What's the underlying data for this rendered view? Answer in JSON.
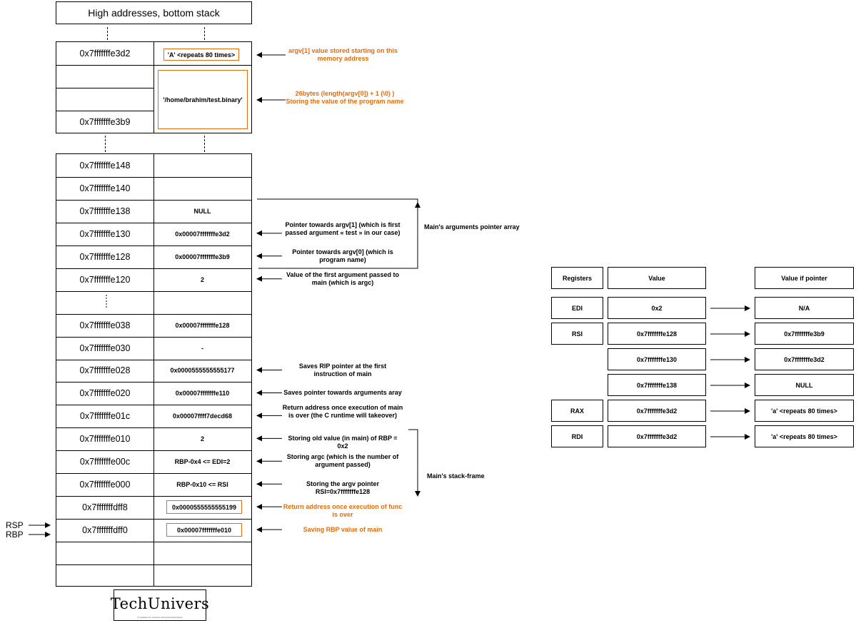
{
  "title": "High addresses, bottom stack",
  "top_block": {
    "rows": [
      {
        "addr": "0x7fffffffe3d2",
        "value": "'A' <repeats 80 times>"
      },
      {
        "addr": "",
        "value": ""
      },
      {
        "addr": "",
        "value": "'/home/brahim/test.binary'"
      },
      {
        "addr": "0x7fffffffe3b9",
        "value": ""
      }
    ],
    "annotations": [
      "argv[1] value stored starting on this memory address",
      "26bytes (length(argv[0]) + 1 (\\0) ) Storing the value of the program name"
    ]
  },
  "stack_rows": [
    {
      "addr": "0x7fffffffe148",
      "value": "",
      "note": ""
    },
    {
      "addr": "0x7fffffffe140",
      "value": "",
      "note": ""
    },
    {
      "addr": "0x7fffffffe138",
      "value": "NULL",
      "note": ""
    },
    {
      "addr": "0x7fffffffe130",
      "value": "0x00007fffffffe3d2",
      "note": "Pointer towards argv[1] (which is first passed argument « test » in our case)"
    },
    {
      "addr": "0x7fffffffe128",
      "value": "0x00007fffffffe3b9",
      "note": "Pointer towards argv[0] (which is program name)"
    },
    {
      "addr": "0x7fffffffe120",
      "value": "2",
      "note": "Value of the first argument passed to main (which is argc)"
    },
    {
      "addr": "",
      "value": "",
      "note": ""
    },
    {
      "addr": "0x7fffffffe038",
      "value": "0x00007fffffffe128",
      "note": ""
    },
    {
      "addr": "0x7fffffffe030",
      "value": "-",
      "note": ""
    },
    {
      "addr": "0x7fffffffe028",
      "value": "0x0000555555555177",
      "note": "Saves RIP pointer at the first instruction of main"
    },
    {
      "addr": "0x7fffffffe020",
      "value": "0x00007fffffffe110",
      "note": "Saves pointer towards arguments aray"
    },
    {
      "addr": "0x7fffffffe01c",
      "value": "0x00007ffff7decd68",
      "note": "Return address once execution of main is over (the C runtime will takeover)"
    },
    {
      "addr": "0x7fffffffe010",
      "value": "2",
      "note": "Storing old value (in main) of RBP = 0x2"
    },
    {
      "addr": "0x7fffffffe00c",
      "value": "RBP-0x4 <= EDI=2",
      "note": "Storing argc (which is the number of argument passed)"
    },
    {
      "addr": "0x7fffffffe000",
      "value": "RBP-0x10 <= RSI",
      "note": "Storing the argv pointer RSI=0x7fffffffe128"
    },
    {
      "addr": "0x7fffffffdff8",
      "value": "0x0000555555555199",
      "note": "Return address once execution of func is over"
    },
    {
      "addr": "0x7fffffffdff0",
      "value": "0x00007fffffffe010",
      "note": "Saving RBP value of main"
    },
    {
      "addr": "",
      "value": "",
      "note": ""
    },
    {
      "addr": "",
      "value": "",
      "note": ""
    }
  ],
  "pointer_labels": {
    "rsp": "RSP",
    "rbp": "RBP"
  },
  "bracket_labels": {
    "args_array": "Main's arguments pointer array",
    "stack_frame": "Main's stack-frame"
  },
  "registers": {
    "headers": {
      "reg": "Registers",
      "value": "Value",
      "pointer": "Value if pointer"
    },
    "rows": [
      {
        "reg": "EDI",
        "value": "0x2",
        "pointer": "N/A"
      },
      {
        "reg": "RSI",
        "value": "0x7fffffffe128",
        "pointer": "0x7fffffffe3b9"
      },
      {
        "reg": "",
        "value": "0x7fffffffe130",
        "pointer": "0x7fffffffe3d2"
      },
      {
        "reg": "",
        "value": "0x7fffffffe138",
        "pointer": "NULL"
      },
      {
        "reg": "RAX",
        "value": "0x7fffffffe3d2",
        "pointer": "'a' <repeats 80 times>"
      },
      {
        "reg": "RDI",
        "value": "0x7fffffffe3d2",
        "pointer": "'a' <repeats 80 times>"
      }
    ]
  },
  "logo": {
    "name": "TechUnivers",
    "tagline": "IT solutions for a Secure and Connected Future"
  },
  "colors": {
    "accent": "#e46c0a",
    "line": "#000000"
  }
}
